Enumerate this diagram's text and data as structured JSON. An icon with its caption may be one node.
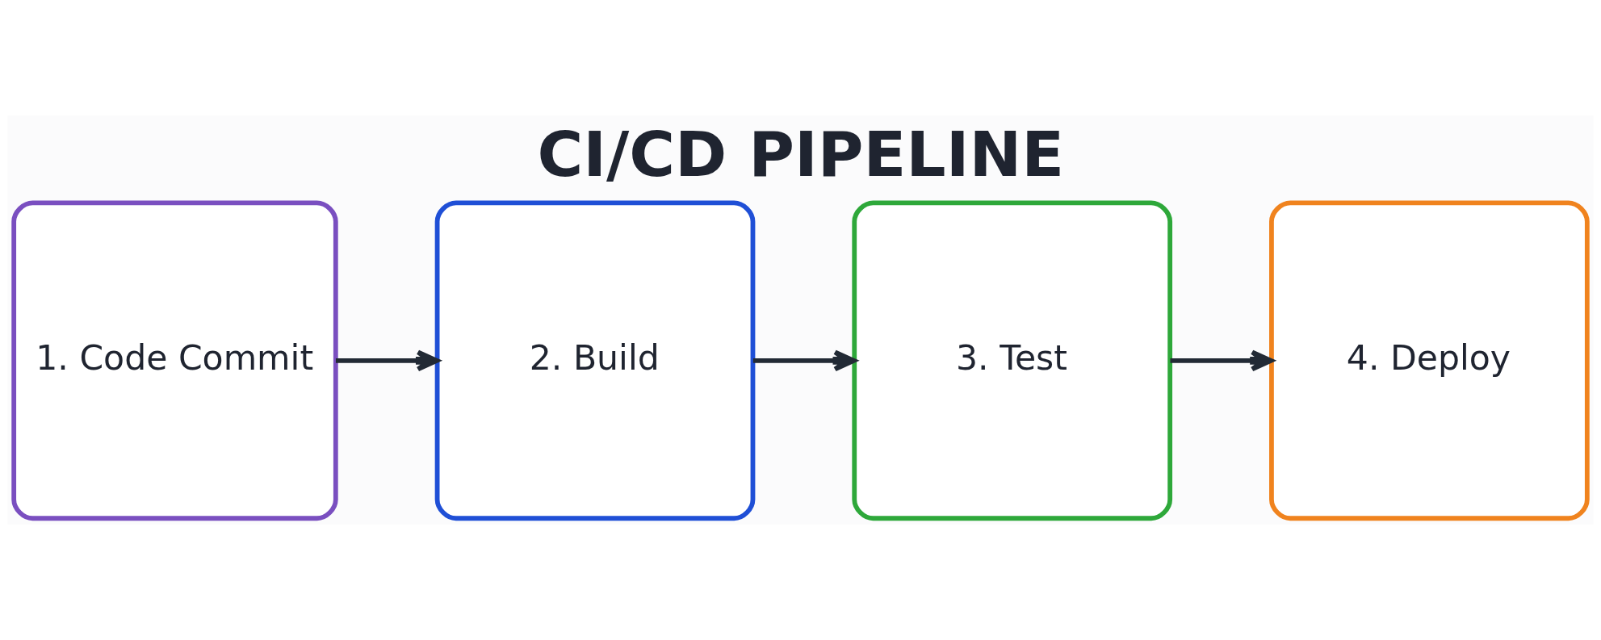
{
  "diagram": {
    "title": "CI/CD PIPELINE",
    "nodes": [
      {
        "text": [
          "1. Code Commit"
        ]
      },
      {
        "text": [
          "2. Build"
        ]
      },
      {
        "text": [
          "3. Test"
        ]
      },
      {
        "text": [
          "4. Deploy"
        ]
      }
    ],
    "edges": [
      {
        "from": 0,
        "to": 1,
        "arrow": "to"
      },
      {
        "from": 1,
        "to": 2,
        "arrow": "to"
      },
      {
        "from": 2,
        "to": 3,
        "arrow": "to"
      }
    ]
  }
}
